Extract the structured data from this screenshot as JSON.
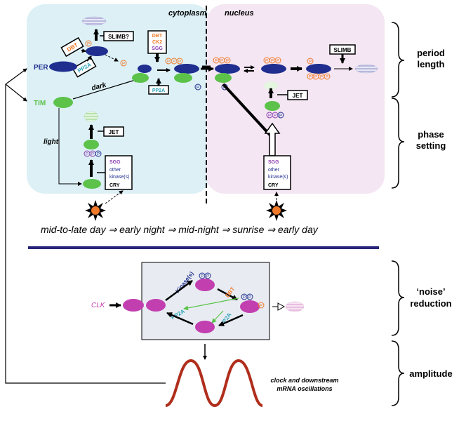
{
  "compartments": {
    "cytoplasm": "cytoplasm",
    "nucleus": "nucleus"
  },
  "proteins": {
    "per": "PER",
    "tim": "TIM",
    "clk": "CLK"
  },
  "conditions": {
    "dark": "dark",
    "light": "light"
  },
  "regulators": {
    "slimb_q": "SLIMB?",
    "slimb": "SLIMB",
    "dbt": "DBT",
    "ck2": "CK2",
    "sgg": "SGG",
    "pp2a": "PP2A",
    "jet": "JET",
    "other": "other",
    "kinases": "kinase(s)",
    "cry": "CRY",
    "kinase_s": "Kinase(s)"
  },
  "phospho": {
    "p": "P",
    "pp": "PP",
    "ppp": "PPP",
    "pppp": "PPPP"
  },
  "timeline": {
    "text": "mid-to-late day ⇒ early night ⇒ mid-night ⇒ sunrise  ⇒  early day"
  },
  "right_labels": {
    "period": "period",
    "length": "length",
    "phase": "phase",
    "setting": "setting",
    "noise": "‘noise’",
    "reduction": "reduction",
    "amplitude": "amplitude"
  },
  "mrna": {
    "line1": "clock and downstream",
    "line2": "mRNA oscillations"
  },
  "colors": {
    "cytoplasm_bg": "#dcf0f6",
    "nucleus_bg": "#f4e6f2",
    "per_blue": "#1f2e8f",
    "tim_green": "#5cc24a",
    "clk_magenta": "#c23fb0",
    "dbt_orange": "#f07a2a",
    "sgg_purple": "#8a3fb0",
    "pp2a_teal": "#2aa2b8",
    "divider_navy": "#27247a",
    "mrna_red": "#b02e1c"
  }
}
